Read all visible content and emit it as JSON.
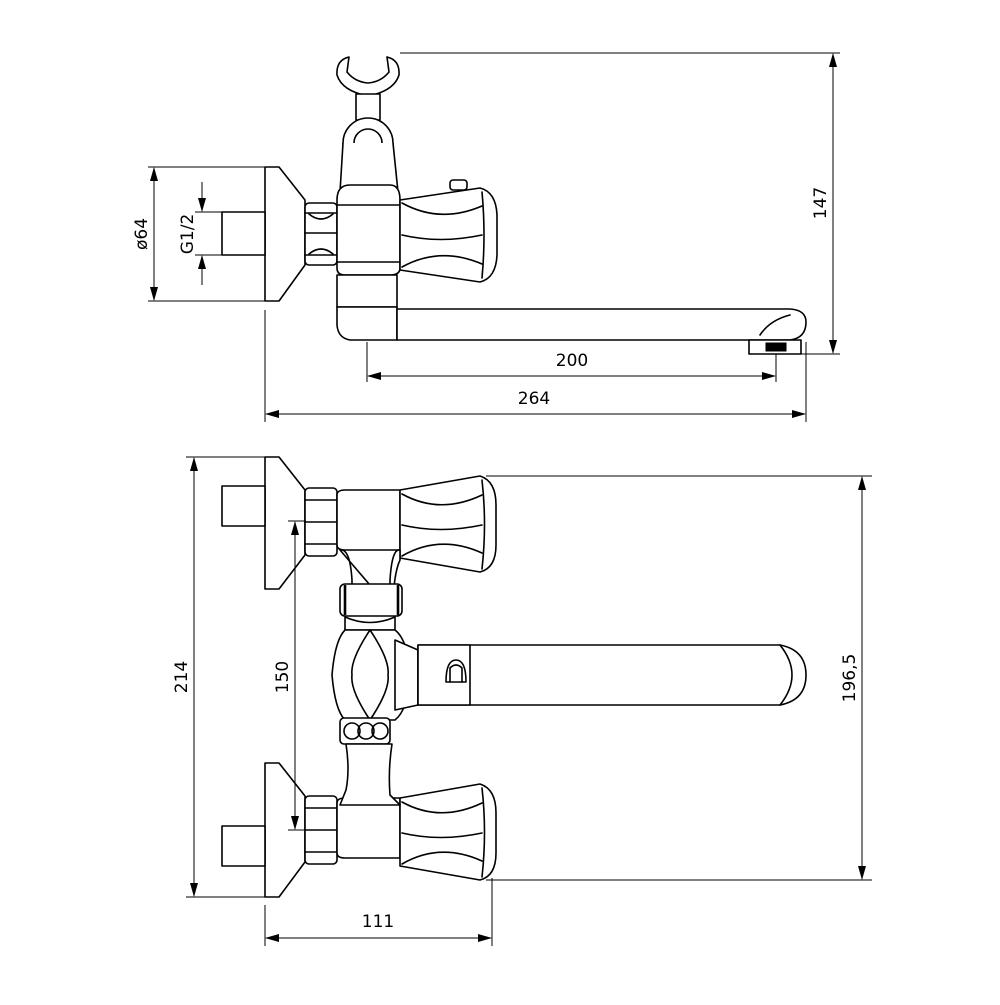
{
  "dimensions": {
    "diameter_flange": "ø64",
    "thread": "G1/2",
    "height_total": "147",
    "spout_reach": "200",
    "total_length": "264",
    "overall_height": "214",
    "center_distance": "150",
    "vertical_span": "196,5",
    "depth": "111"
  },
  "colors": {
    "line": "#000000",
    "background": "#ffffff"
  }
}
